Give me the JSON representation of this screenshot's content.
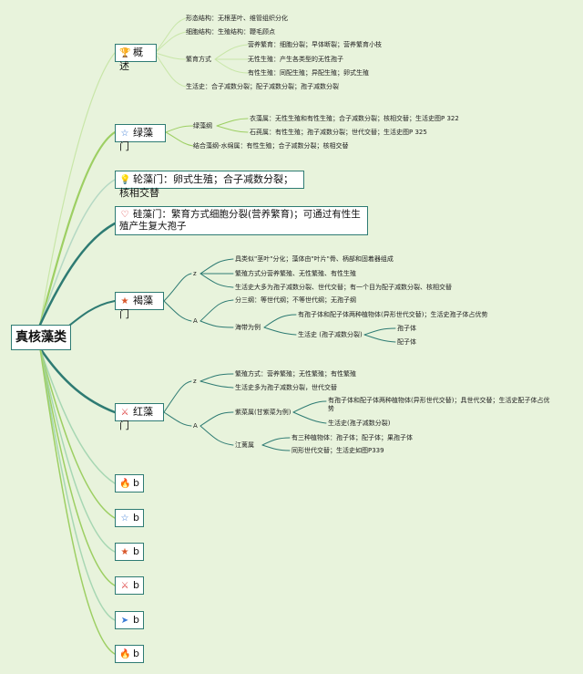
{
  "root": "真核藻类",
  "topics": {
    "gaishu": {
      "icon": "trophy-icon",
      "label": "概述"
    },
    "lvzao": {
      "icon": "star-outline-icon",
      "label": "绿藻门"
    },
    "lunzao": {
      "icon": "lightbulb-icon",
      "label": "轮藻门：卵式生殖；合子减数分裂；核相交替"
    },
    "guizao": {
      "icon": "heart-outline-icon",
      "label": "硅藻门：繁育方式细胞分裂(营养繁育)；可通过有性生殖产生复大孢子"
    },
    "hezao": {
      "icon": "star-filled-icon",
      "label": "褐藻门"
    },
    "hongzao": {
      "icon": "magic-wand-icon",
      "label": "红藻门"
    }
  },
  "gaishu": {
    "structure": "形态结构：无根茎叶、维管组织分化",
    "cell": "细胞结构：生殖结构：鞭毛顾点",
    "reproduction": "繁育方式",
    "vegetative": "营养繁育：细胞分裂；早体断裂；营养繁育小枝",
    "asexual": "无性生殖：产生各类型的无性孢子",
    "sexual": "有性生殖：同配生殖；异配生殖；卵式生殖",
    "lifecycle": "生活史：合子减数分裂；配子减数分裂；孢子减数分裂"
  },
  "lvzao": {
    "class": "绿藻纲",
    "ulva": "衣藻属：无性生殖和有性生殖；合子减数分裂；核相交替；生活史图P 322",
    "ulva2": "石莼属：有性生殖；孢子减数分裂；世代交替；生活史图P 325",
    "spirogyra": "结合藻纲-水绵属：有性生殖；合子减数分裂；核相交替"
  },
  "hezao": {
    "z": "z",
    "a": "A",
    "z1": "具类似\"茎叶\"分化；藻体由\"叶片\"骨、柄部和固着器组成",
    "z2": "繁殖方式分营养繁殖、无性繁殖、有性生殖",
    "z3": "生活史大多为孢子减数分裂、世代交替；有一个目为配子减数分裂、核相交替",
    "a1": "分三纲：等世代纲；不等世代纲；无孢子纲",
    "kelp": "海带为例",
    "kelp1": "有孢子体和配子体两种植物体(异形世代交替)；生活史孢子体占优势",
    "kelp2": "生活史 (孢子减数分裂)",
    "sporo": "孢子体",
    "gameto": "配子体"
  },
  "hongzao": {
    "z": "z",
    "a": "A",
    "z1": "繁殖方式：营养繁殖；无性繁殖；有性繁殖",
    "z2": "生活史多为孢子减数分裂，世代交替",
    "porphyra": "紫菜属(甘紫菜为例)",
    "p1": "有孢子体和配子体两种植物体(异形世代交替)；具世代交替；生活史配子体占优势",
    "p2": "生活史(孢子减数分裂)",
    "gracilaria": "江蓠属",
    "g1": "有三种植物体：孢子体；配子体；果孢子体",
    "g2": "同形世代交替；生活史如图P339"
  },
  "extra": [
    {
      "icon": "flame-icon",
      "label": "b"
    },
    {
      "icon": "star-outline-icon",
      "label": "b"
    },
    {
      "icon": "star-filled-icon",
      "label": "b"
    },
    {
      "icon": "magic-wand-icon",
      "label": "b"
    },
    {
      "icon": "paper-plane-icon",
      "label": "b"
    },
    {
      "icon": "flame-icon",
      "label": "b"
    }
  ],
  "colors": {
    "edge_dark": "#2e7b73",
    "edge_light": "#a7d7b3",
    "edge_green": "#9dcf63",
    "background": "#e8f3dc"
  }
}
